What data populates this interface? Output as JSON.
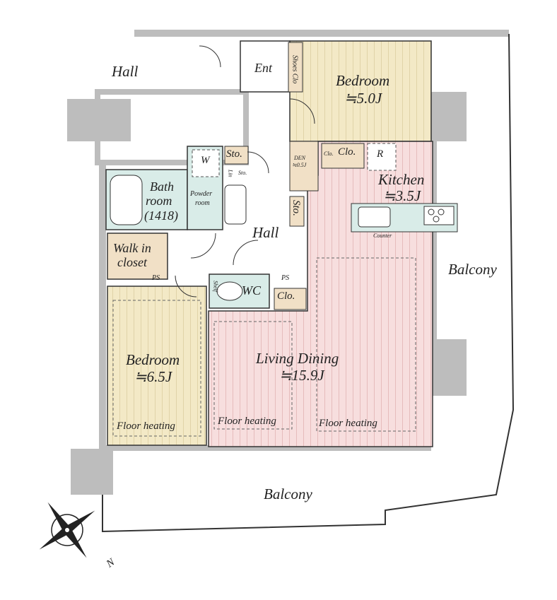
{
  "colors": {
    "bedroom": "#f3e9c6",
    "living": "#f7dede",
    "wet": "#d9ece8",
    "storage": "#f1e0c6",
    "wall": "#bdbdbd",
    "line": "#333333"
  },
  "labels": {
    "hall_top": "Hall",
    "ent": "Ent",
    "shoes_clo": "Shoes Clo",
    "bedroom_top": "Bedroom",
    "bedroom_top_size": "≒5.0J",
    "sto_1": "Sto.",
    "sto_2": "Sto.",
    "sto_3": "Sto.",
    "lin": "Lin",
    "w": "W",
    "den": "DEN",
    "den_size": "≒0.5J",
    "clo_small": "Clo.",
    "clo_1": "Clo.",
    "r": "R",
    "kitchen": "Kitchen",
    "kitchen_size": "≒3.5J",
    "counter": "Counter",
    "bath_1": "Bath",
    "bath_2": "room",
    "bath_3": "(1418)",
    "powder_1": "Powder",
    "powder_2": "room",
    "hall_mid": "Hall",
    "walk_in_1": "Walk in",
    "walk_in_2": "closet",
    "ps_1": "PS",
    "ps_2": "PS",
    "shelf": "Shelf",
    "wc": "WC",
    "clo_2": "Clo.",
    "balcony_right": "Balcony",
    "bedroom_left": "Bedroom",
    "bedroom_left_size": "≒6.5J",
    "living": "Living Dining",
    "living_size": "≒15.9J",
    "floor_heating_1": "Floor heating",
    "floor_heating_2": "Floor heating",
    "floor_heating_3": "Floor heating",
    "balcony_bottom": "Balcony",
    "north": "N"
  }
}
